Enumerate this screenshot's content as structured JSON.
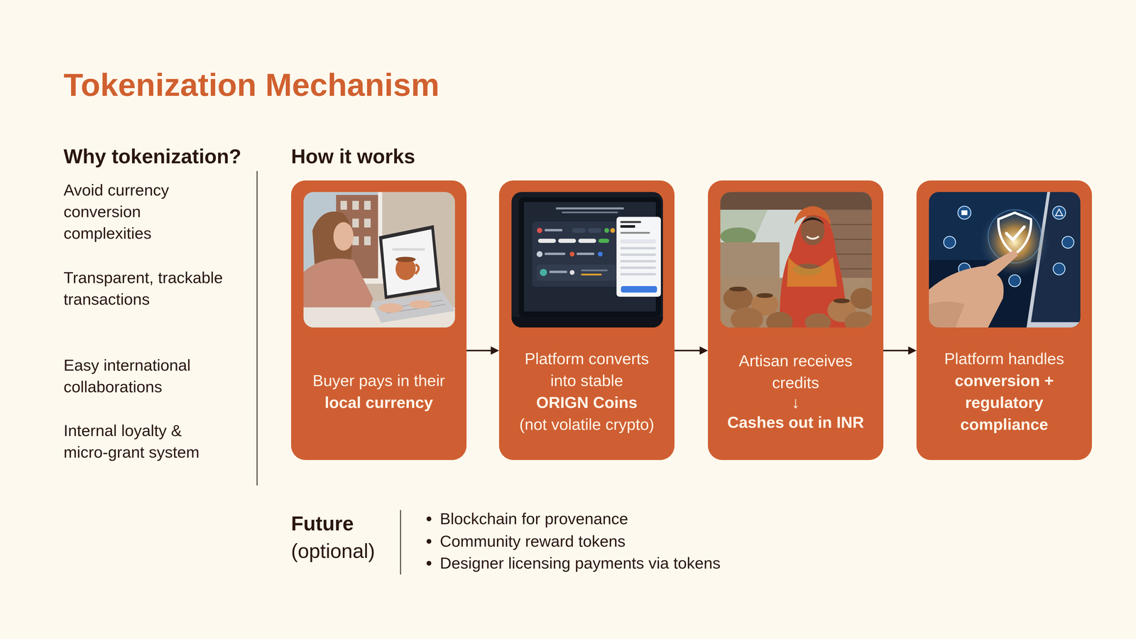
{
  "diagram": {
    "title": "Tokenization Mechanism",
    "nodes": [
      {
        "text": [
          "Buyer pays in their",
          "local currency"
        ]
      },
      {
        "text": [
          "Platform converts into stable",
          "ORIGN Coins",
          "(not volatile crypto)"
        ]
      },
      {
        "text": [
          "Artisan receives credits",
          "↓",
          "Cashes out in INR"
        ]
      },
      {
        "text": [
          "Platform handles",
          "conversion + regulatory compliance"
        ]
      }
    ],
    "edges": [
      {
        "from": 0,
        "to": 1,
        "arrow": "to"
      },
      {
        "from": 1,
        "to": 2,
        "arrow": "to"
      },
      {
        "from": 2,
        "to": 3,
        "arrow": "to"
      }
    ],
    "labels": [
      "Why tokenization?",
      "Avoid currency conversion complexities",
      "Transparent, trackable transactions",
      "Easy international collaborations",
      "Internal loyalty & micro-grant system",
      "How it works",
      "Future",
      "(optional)",
      "Blockchain for provenance",
      "Community reward tokens",
      "Designer licensing payments via tokens"
    ]
  }
}
